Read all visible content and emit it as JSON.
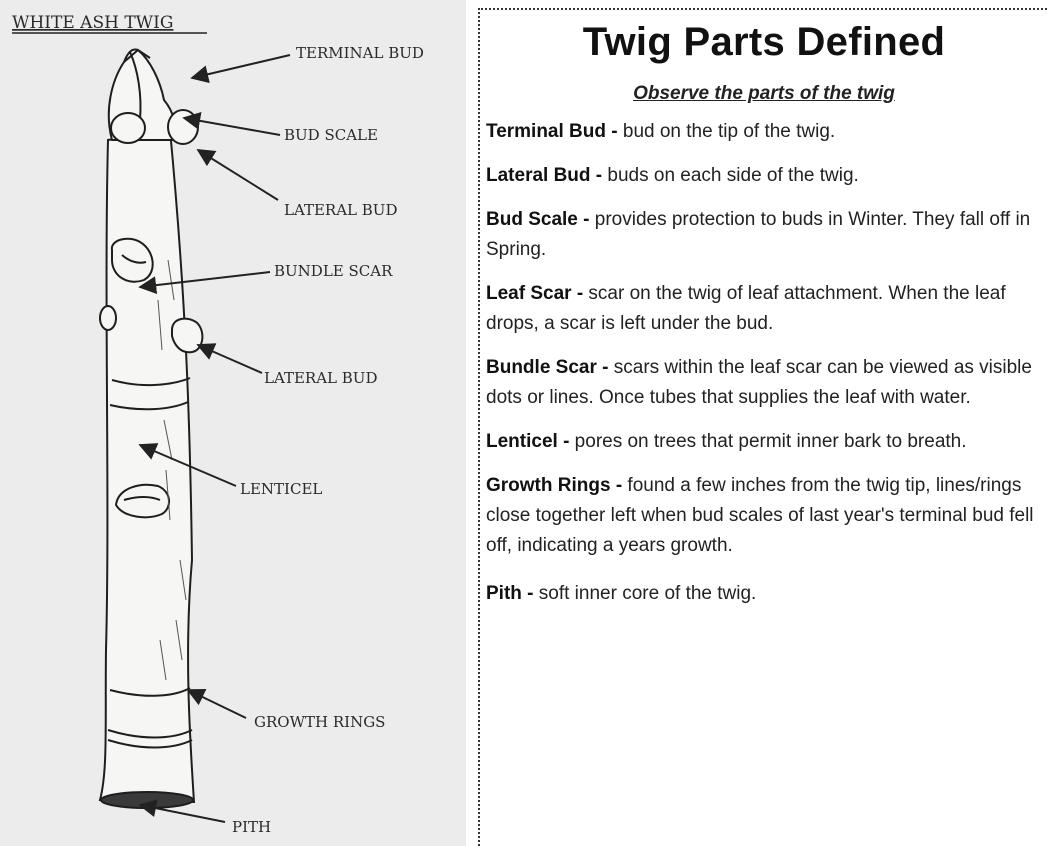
{
  "diagram": {
    "title": "WHITE ASH TWIG",
    "labels": [
      "TERMINAL BUD",
      "BUD SCALE",
      "LATERAL BUD",
      "BUNDLE SCAR",
      "LATERAL BUD",
      "LENTICEL",
      "GROWTH RINGS",
      "PITH"
    ]
  },
  "panel": {
    "title": "Twig Parts Defined",
    "subtitle": "Observe the parts of the twig",
    "definitions": [
      {
        "term": "Terminal Bud -",
        "text": " bud on the tip of the twig."
      },
      {
        "term": "Lateral Bud -",
        "text": " buds on each side of the twig."
      },
      {
        "term": "Bud Scale -",
        "text": " provides protection to buds in Winter. They fall off in Spring."
      },
      {
        "term": "Leaf Scar -",
        "text": " scar on the twig of leaf attachment. When the leaf drops, a scar is left under the bud."
      },
      {
        "term": "Bundle Scar -",
        "text": " scars within the leaf scar can be viewed as visible dots or lines. Once tubes that supplies the leaf with water."
      },
      {
        "term": "Lenticel -",
        "text": " pores on trees that permit inner bark to breath."
      },
      {
        "term": "Growth Rings -",
        "text": " found a few inches from the twig tip, lines/rings close together left when bud scales of last year's terminal bud fell off, indicating a years growth."
      },
      {
        "term": "Pith -",
        "text": " soft inner core of the twig."
      }
    ]
  }
}
